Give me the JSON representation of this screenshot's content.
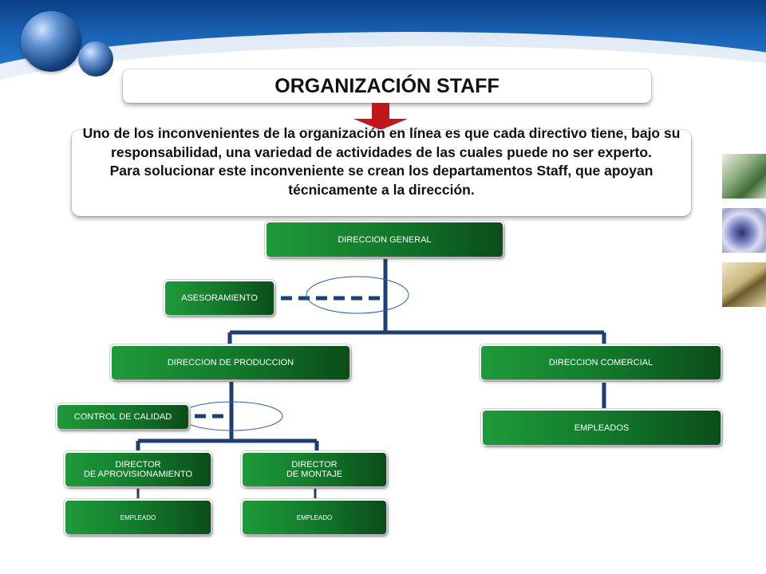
{
  "header": {
    "title": "ORGANIZACIÓN STAFF",
    "description": "Uno de los inconvenientes de la organización en línea es que cada directivo tiene, bajo su responsabilidad, una variedad de actividades de las cuales puede no ser experto.\nPara solucionar este inconveniente se crean los departamentos Staff, que apoyan técnicamente a la dirección."
  },
  "org_chart": {
    "root": "DIRECCION GENERAL",
    "staff_root": "ASESORAMIENTO",
    "production": "DIRECCION DE PRODUCCION",
    "staff_production": "CONTROL DE CALIDAD",
    "commercial": "DIRECCION COMERCIAL",
    "commercial_employees": "EMPLEADOS",
    "director_supply": "DIRECTOR\nDE APROVISIONAMIENTO",
    "director_assembly": "DIRECTOR\nDE MONTAJE",
    "employee_supply": "EMPLEADO",
    "employee_assembly": "EMPLEADO"
  },
  "colors": {
    "node_green": "#137a2c",
    "connector": "#1e3f73",
    "arrow_red": "#c0161e"
  },
  "icons": [
    "globe-logo-icon",
    "down-arrow-icon"
  ]
}
